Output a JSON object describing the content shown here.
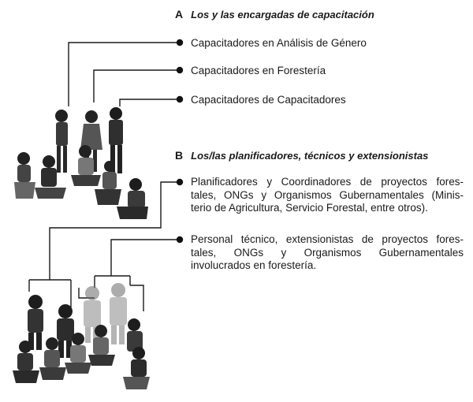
{
  "section_a": {
    "letter": "A",
    "title": "Los y las encargadas de capacitación",
    "items": [
      "Capacitadores en Análisis de Género",
      "Capacitadores en Forestería",
      "Capacitadores de Capacitadores"
    ]
  },
  "section_b": {
    "letter": "B",
    "title": "Los/las planificadores, técnicos y extensionistas",
    "items": [
      {
        "lines": [
          "Planificadores y Coordinadores de proyectos fores-",
          "tales, ONGs y Organismos Gubernamentales (Minis-",
          "terio de Agricultura, Servicio Forestal, entre otros)."
        ]
      },
      {
        "lines": [
          "Personal técnico, extensionistas de proyectos fores-",
          "tales, ONGs y Organismos Gubernamentales",
          "involucrados en forestería."
        ]
      }
    ]
  }
}
